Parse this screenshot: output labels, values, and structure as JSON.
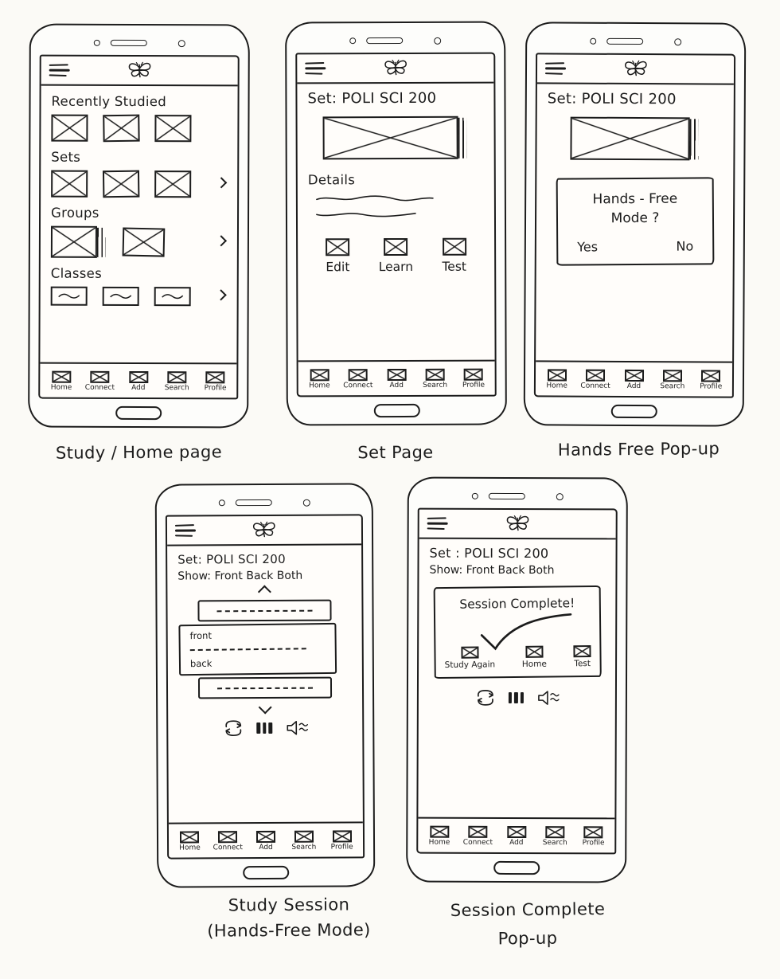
{
  "page": {
    "paper_color": "#fbfaf6",
    "ink_color": "#1c1c1c"
  },
  "icons": {
    "menu": "hamburger-icon",
    "logo": "butterfly-icon",
    "placeholder": "crossed-box",
    "repeat": "repeat-icon",
    "cards": "cards-icon",
    "audio": "speaker-icon",
    "chevron_right": "chevron-right-icon",
    "chevron_up": "chevron-up-icon",
    "chevron_down": "chevron-down-icon",
    "check": "checkmark-icon"
  },
  "nav": {
    "items": [
      {
        "label": "Home"
      },
      {
        "label": "Connect"
      },
      {
        "label": "Add"
      },
      {
        "label": "Search"
      },
      {
        "label": "Profile"
      }
    ]
  },
  "screens": {
    "home": {
      "caption": "Study / Home page",
      "sections": [
        {
          "title": "Recently Studied"
        },
        {
          "title": "Sets"
        },
        {
          "title": "Groups"
        },
        {
          "title": "Classes"
        }
      ]
    },
    "set_page": {
      "caption": "Set Page",
      "set_title": "Set: POLI SCI 200",
      "details_label": "Details",
      "actions": [
        {
          "label": "Edit"
        },
        {
          "label": "Learn"
        },
        {
          "label": "Test"
        }
      ]
    },
    "hands_free": {
      "caption": "Hands Free Pop-up",
      "set_title": "Set: POLI SCI 200",
      "popup": {
        "title_line1": "Hands - Free",
        "title_line2": "Mode ?",
        "yes_label": "Yes",
        "no_label": "No"
      }
    },
    "study_session": {
      "caption_line1": "Study Session",
      "caption_line2": "(Hands-Free Mode)",
      "set_title": "Set: POLI SCI 200",
      "show_label": "Show: Front Back Both",
      "card_front_label": "front",
      "card_back_label": "back"
    },
    "session_complete": {
      "caption_line1": "Session Complete",
      "caption_line2": "Pop-up",
      "set_title": "Set : POLI SCI 200",
      "show_label": "Show: Front Back Both",
      "popup": {
        "title": "Session Complete!",
        "actions": [
          {
            "label": "Study Again"
          },
          {
            "label": "Home"
          },
          {
            "label": "Test"
          }
        ]
      }
    }
  }
}
